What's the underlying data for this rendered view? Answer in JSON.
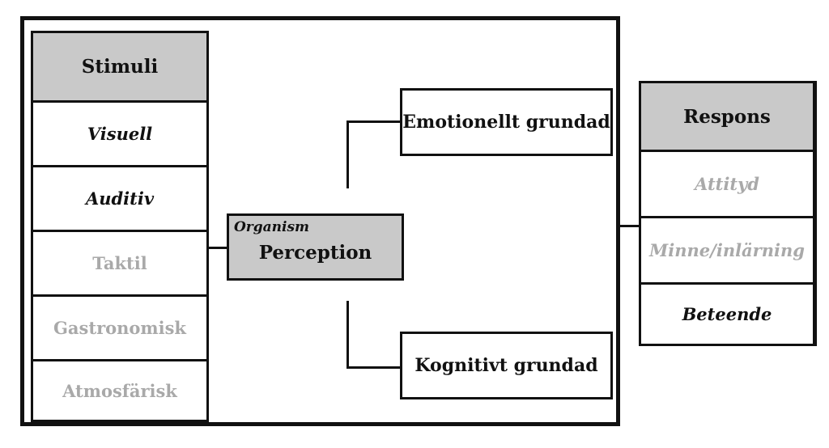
{
  "stimuli": {
    "header": "Stimuli",
    "items": [
      "Visuell",
      "Auditiv",
      "Taktil",
      "Gastronomisk",
      "Atmosfärisk"
    ]
  },
  "organism": {
    "label": "Organism",
    "title": "Perception"
  },
  "branches": {
    "emotional": "Emotionellt grundad",
    "cognitive": "Kognitivt grundad"
  },
  "respons": {
    "header": "Respons",
    "items": [
      "Attityd",
      "Minne/inlärning",
      "Beteende"
    ]
  },
  "colors": {
    "header_fill": "#c9c9c9",
    "faint_text": "#a9a9a9",
    "stroke": "#111111"
  }
}
